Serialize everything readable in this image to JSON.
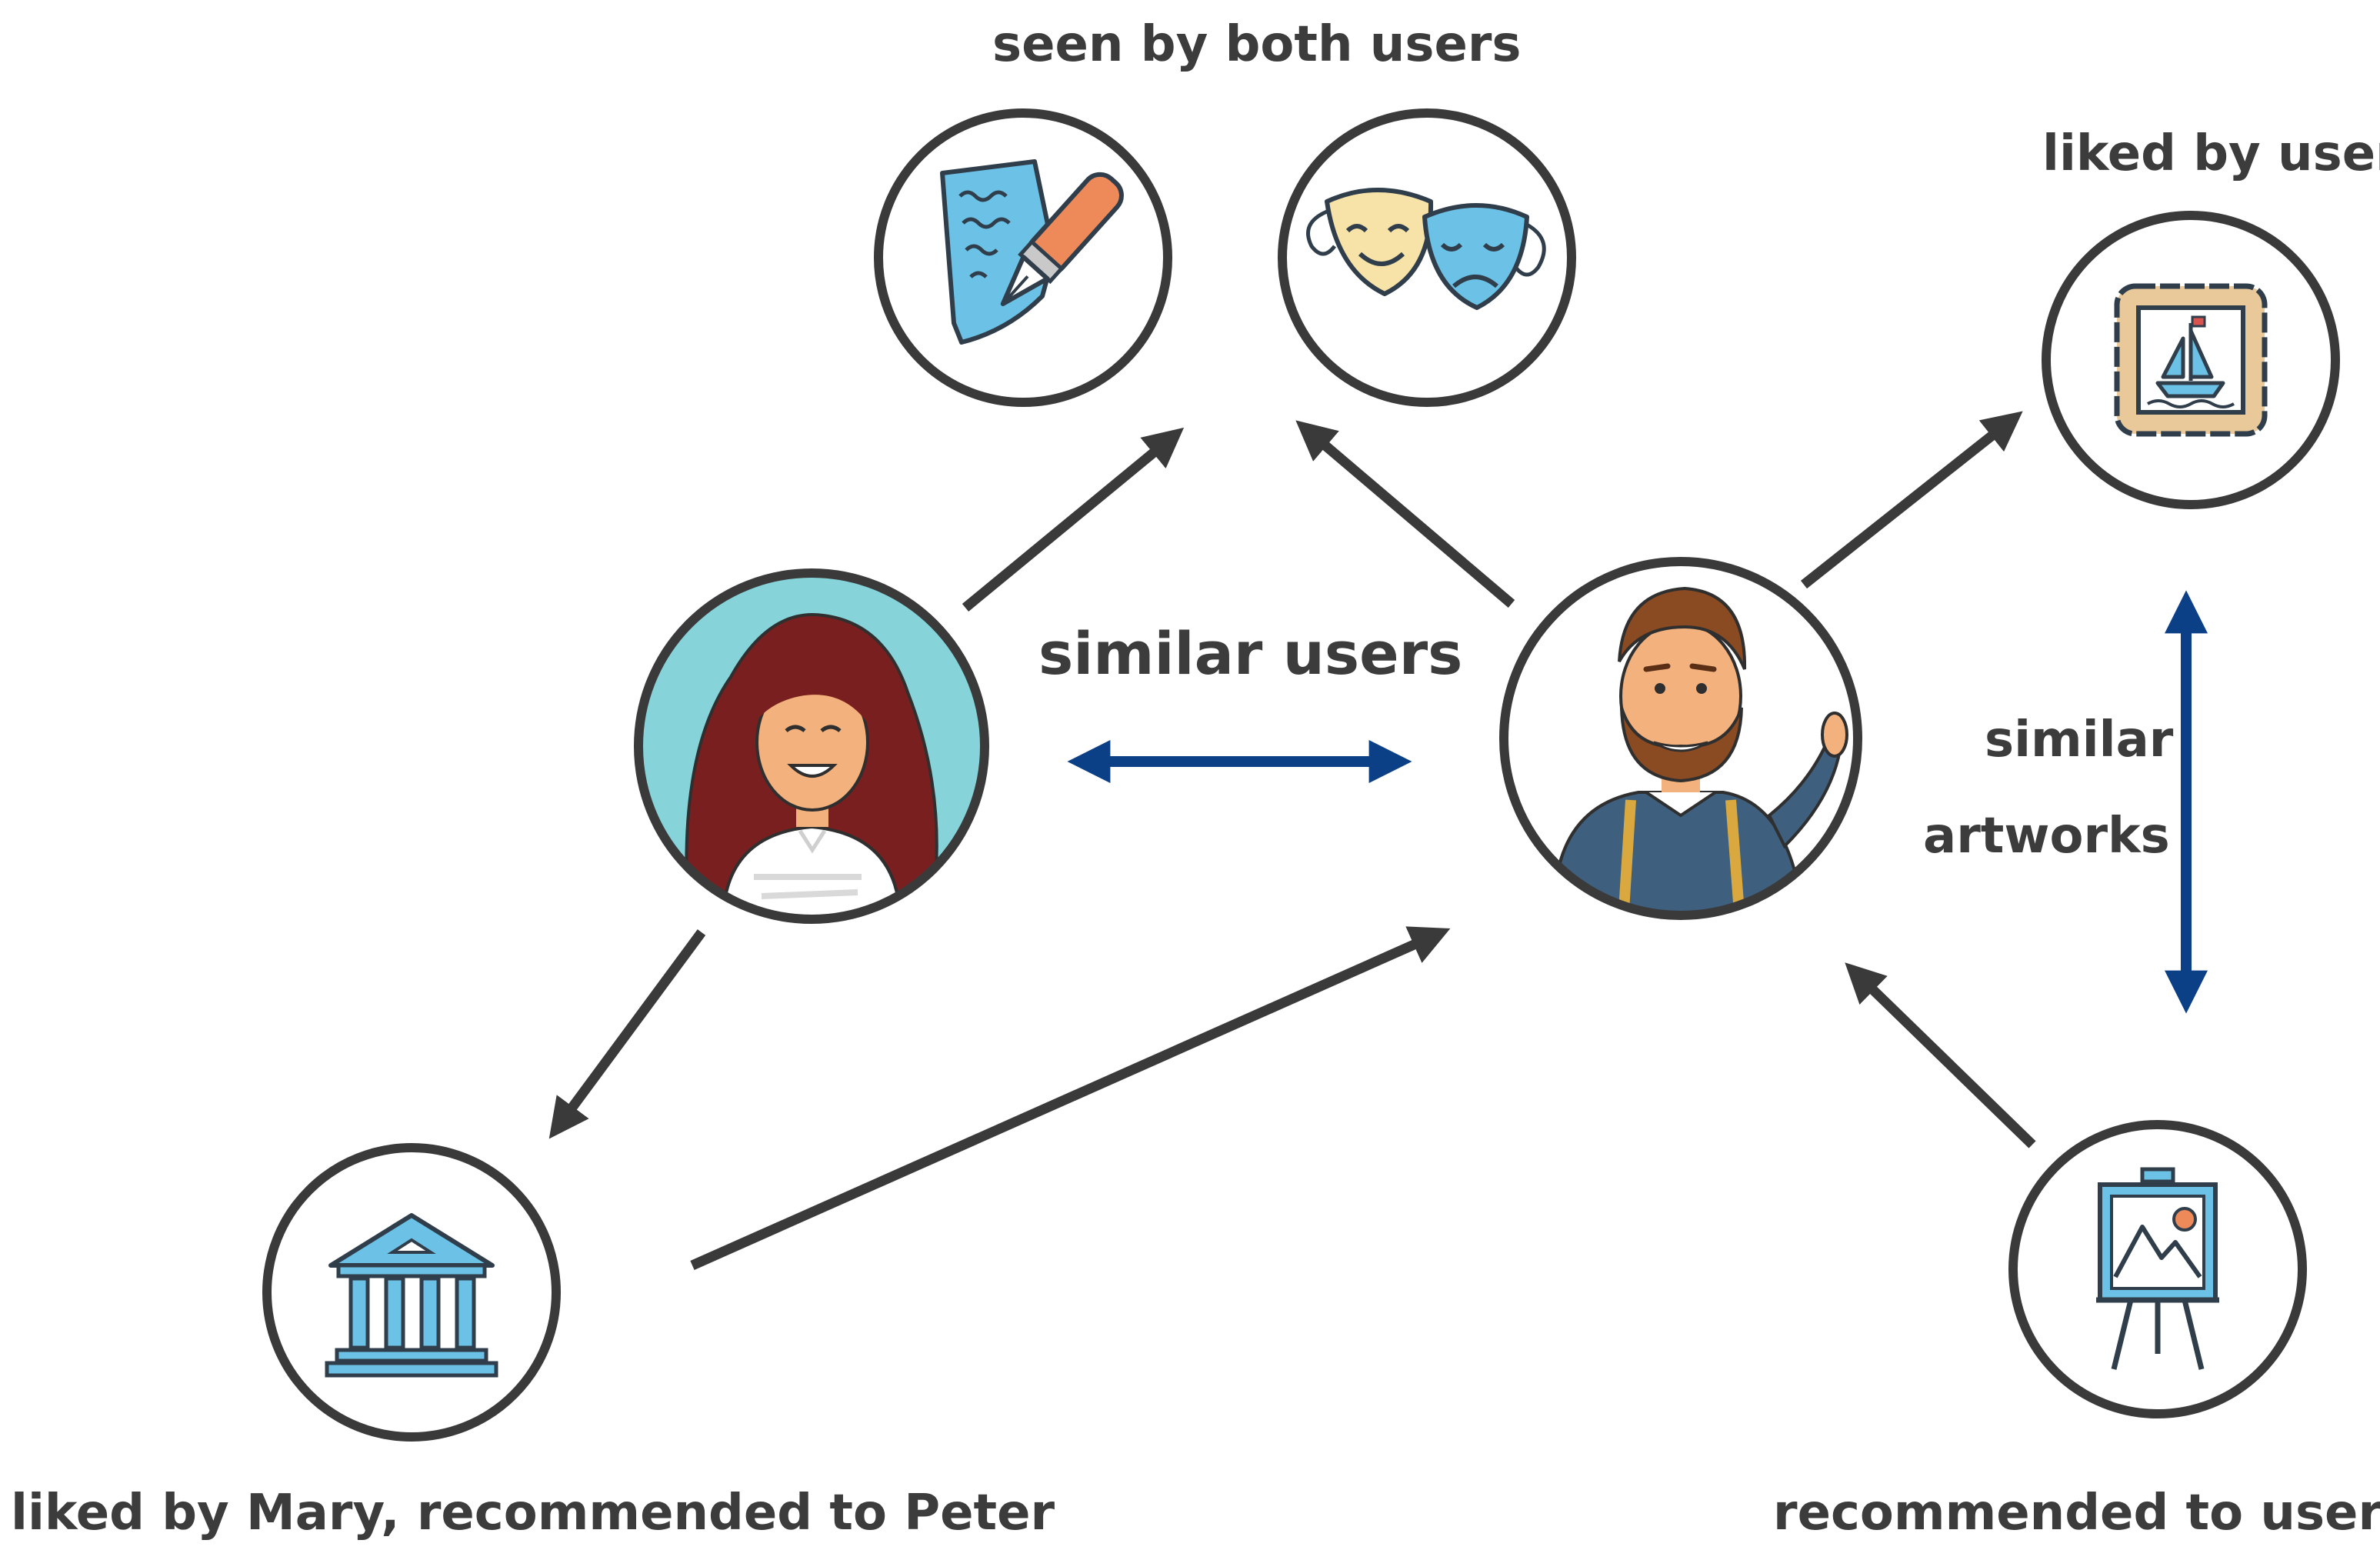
{
  "labels": {
    "seen_by_both": "seen by both users",
    "liked_by_user": "liked by user",
    "similar_users": "similar users",
    "similar": "similar",
    "artworks": "artworks",
    "liked_by_mary": "liked by Mary, recommended to Peter",
    "recommended_to_user": "recommended to user"
  },
  "nodes": [
    {
      "id": "mary",
      "icon": "woman-avatar-icon"
    },
    {
      "id": "peter",
      "icon": "bearded-man-avatar-icon"
    },
    {
      "id": "writing",
      "icon": "fountain-pen-document-icon"
    },
    {
      "id": "theatre",
      "icon": "theatre-masks-icon"
    },
    {
      "id": "framed-painting",
      "icon": "framed-sailboat-painting-icon"
    },
    {
      "id": "museum",
      "icon": "museum-building-icon"
    },
    {
      "id": "easel",
      "icon": "easel-painting-icon"
    }
  ],
  "colors": {
    "node_outline": "#3a3a3a",
    "arrow": "#3a3a3a",
    "similarity_arrow": "#0b3f86",
    "icon_blue": "#6cc2e6",
    "mary_background": "#86d4da",
    "hair": "#7a1f1f",
    "skin": "#f3b27d",
    "beard": "#8a4a22",
    "shirt_blue": "#3e5f7d",
    "suspender": "#d9a83f",
    "mask_cream": "#f7e2a8",
    "pen_orange": "#ee8a5a",
    "frame_tan": "#e9c99a"
  },
  "edges": [
    {
      "from": "mary",
      "to": "writing",
      "kind": "directed"
    },
    {
      "from": "peter",
      "to": "theatre",
      "kind": "directed"
    },
    {
      "from": "peter",
      "to": "framed-painting",
      "kind": "directed"
    },
    {
      "from": "mary",
      "to": "museum",
      "kind": "directed"
    },
    {
      "from": "museum",
      "to": "peter",
      "kind": "directed"
    },
    {
      "from": "easel",
      "to": "peter",
      "kind": "directed"
    },
    {
      "from": "mary",
      "to": "peter",
      "kind": "similar-users"
    },
    {
      "from": "framed-painting",
      "to": "easel",
      "kind": "similar-artworks"
    }
  ]
}
